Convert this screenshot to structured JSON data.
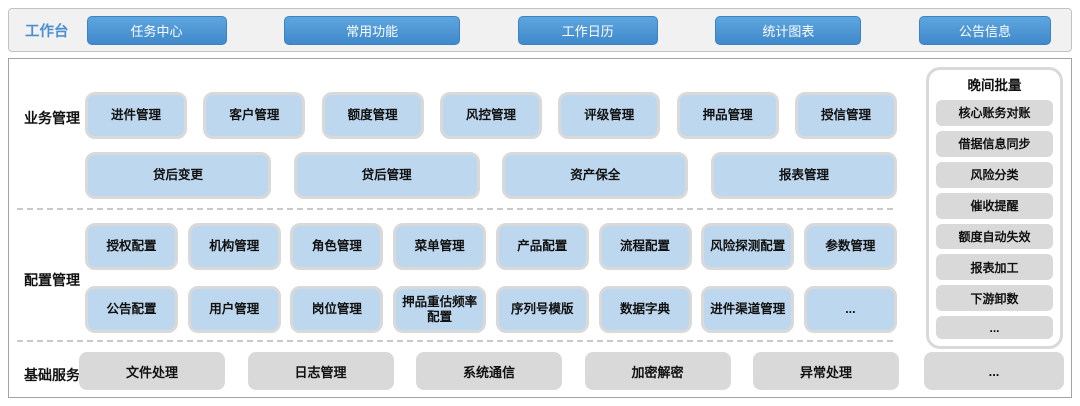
{
  "colors": {
    "accent_blue": "#4a90d0",
    "button_blue": "#4d97d5",
    "tile_blue": "#bdd7ee",
    "tile_gray": "#d9d9d9"
  },
  "topbar": {
    "label": "工作台",
    "buttons": [
      "任务中心",
      "常用功能",
      "工作日历",
      "统计图表",
      "公告信息"
    ]
  },
  "business": {
    "label": "业务管理",
    "row1": [
      "进件管理",
      "客户管理",
      "额度管理",
      "风控管理",
      "评级管理",
      "押品管理",
      "授信管理"
    ],
    "row2": [
      "贷后变更",
      "贷后管理",
      "资产保全",
      "报表管理"
    ]
  },
  "config": {
    "label": "配置管理",
    "row1": [
      "授权配置",
      "机构管理",
      "角色管理",
      "菜单管理",
      "产品配置",
      "流程配置",
      "风险探测配置",
      "参数管理"
    ],
    "row2": [
      "公告配置",
      "用户管理",
      "岗位管理",
      "押品重估频率配置",
      "序列号模版",
      "数据字典",
      "进件渠道管理",
      "..."
    ]
  },
  "base": {
    "label": "基础服务",
    "items": [
      "文件处理",
      "日志管理",
      "系统通信",
      "加密解密",
      "异常处理"
    ],
    "more": "..."
  },
  "night_batch": {
    "title": "晚间批量",
    "items": [
      "核心账务对账",
      "借据信息同步",
      "风险分类",
      "催收提醒",
      "额度自动失效",
      "报表加工",
      "下游卸数",
      "..."
    ]
  }
}
